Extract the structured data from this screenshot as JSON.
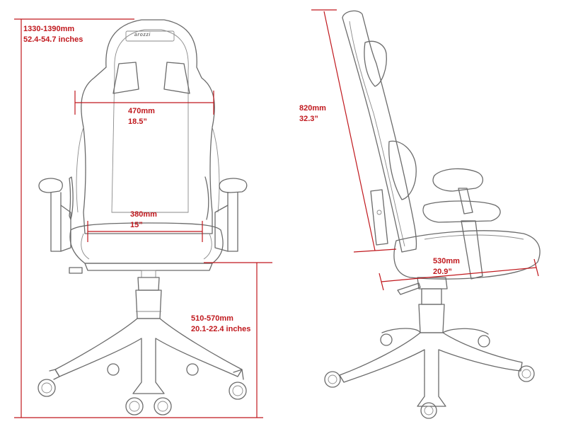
{
  "front_view": {
    "logo_text": "arozzi",
    "total_height": {
      "metric": "1330-1390mm",
      "imperial": "52.4-54.7 inches"
    },
    "backrest_width": {
      "metric": "470mm",
      "imperial": "18.5”"
    },
    "seat_width": {
      "metric": "380mm",
      "imperial": "15”"
    },
    "seat_height": {
      "metric": "510-570mm",
      "imperial": "20.1-22.4 inches"
    }
  },
  "side_view": {
    "backrest_height": {
      "metric": "820mm",
      "imperial": "32.3”"
    },
    "seat_depth": {
      "metric": "530mm",
      "imperial": "20.9”"
    }
  },
  "colors": {
    "dimension": "#c0181d",
    "outline": "#6b6b6b"
  }
}
